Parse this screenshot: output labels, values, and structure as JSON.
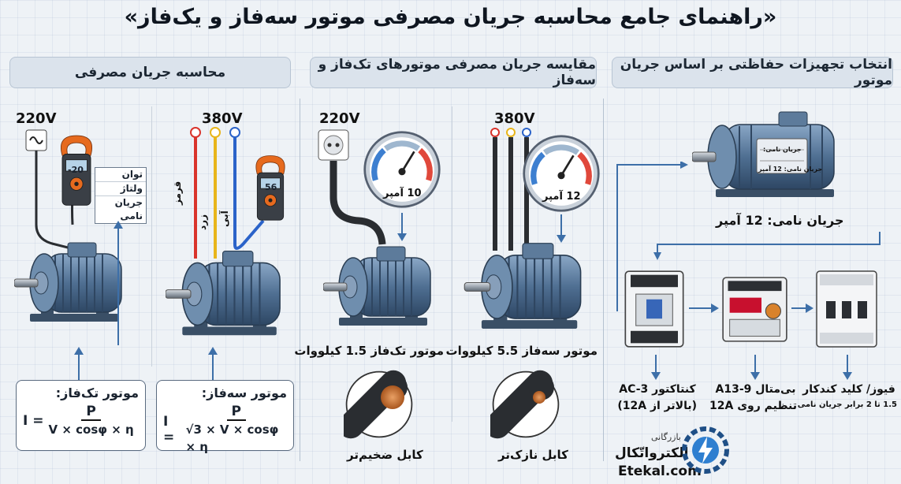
{
  "title": "«راهنمای جامع محاسبه جریان مصرفی موتور سه‌فاز و یک‌فاز»",
  "sections": {
    "left": {
      "header": "محاسبه جریان مصرفی"
    },
    "middle": {
      "header": "مقایسه جریان مصرفی موتورهای تک‌فاز و سه‌فاز"
    },
    "right": {
      "header": "انتخاب تجهیزات حفاظتی بر اساس جریان موتور"
    }
  },
  "calc": {
    "single_voltage": "220V",
    "three_voltage": "380V",
    "meter_lines": [
      "توان",
      "ولتاژ",
      "جریان نامی"
    ],
    "meter_display": "-20",
    "clamp_display": "56",
    "wire_labels": [
      "قرمز",
      "زرد",
      "آبی"
    ],
    "single_formula_title": "موتور تک‌فاز:",
    "single_lhs": "I =",
    "single_num": "P",
    "single_den": "V × cosφ × η",
    "three_formula_title": "موتور سه‌فاز:",
    "three_lhs": "I =",
    "three_num": "P",
    "three_den": "√3 × V × cosφ × η"
  },
  "compare": {
    "single_voltage": "220V",
    "three_voltage": "380V",
    "single_gauge": "10 آمپر",
    "three_gauge": "12 آمپر",
    "single_motor": "موتور تک‌فاز 1.5 کیلووات",
    "three_motor": "موتور سه‌فاز 5.5 کیلووات",
    "thick_cable": "کابل ضخیم‌تر",
    "thin_cable": "کابل نازک‌تر"
  },
  "protect": {
    "nameplate_lines": [
      "جریان نامی:",
      "جریان نامی: 12 آمپر"
    ],
    "rated_current": "جریان نامی: 12 آمپر",
    "contactor_line1": "کنتاکتور AC-3",
    "contactor_line2": "(بالاتر از 12A)",
    "overload_line1": "بی‌متال A13-9",
    "overload_line2": "تنظیم روی 12A",
    "breaker_line1": "فیوز/ کلید کندکار",
    "breaker_line2": "1.5 تا 2 برابر جریان نامی"
  },
  "logo": {
    "small": "بازرگانی",
    "name": "الکترواتّکال",
    "url": "Etekal.com"
  },
  "colors": {
    "motor_body": "#4f6f92",
    "wire_red": "#d9332b",
    "wire_yellow": "#e8b51a",
    "wire_blue": "#2b63c9",
    "clamp_orange": "#e66a1e",
    "copper": "#c8702f"
  }
}
